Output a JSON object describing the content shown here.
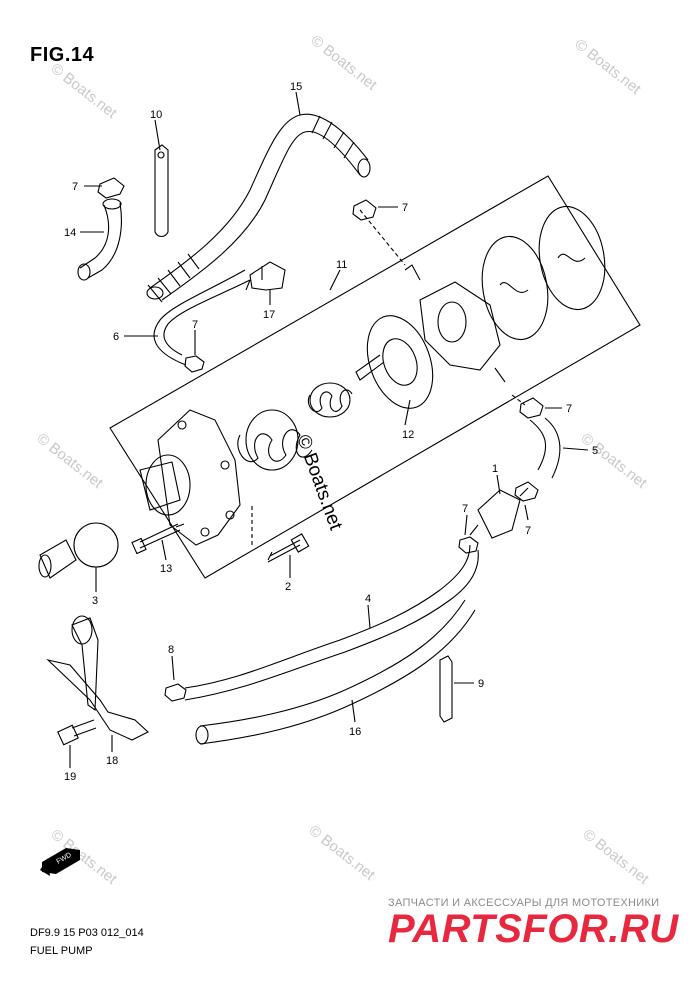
{
  "figure": {
    "title": "FIG.14",
    "code": "DF9.9 15 P03 012_014",
    "caption": "FUEL PUMP"
  },
  "watermark": "© Boats.net",
  "promo": {
    "subtitle": "ЗАПЧАСТИ И АКСЕССУАРЫ ДЛЯ МОТОТЕХНИКИ",
    "brand": "PARTSFOR.RU"
  },
  "fwd_label": "FWD",
  "callouts": {
    "c1": "1",
    "c2": "2",
    "c3": "3",
    "c4": "4",
    "c5": "5",
    "c6": "6",
    "c7a": "7",
    "c7b": "7",
    "c7c": "7",
    "c7d": "7",
    "c7e": "7",
    "c7f": "7",
    "c8": "8",
    "c9": "9",
    "c10": "10",
    "c11": "11",
    "c12": "12",
    "c13": "13",
    "c14": "14",
    "c15": "15",
    "c16": "16",
    "c17": "17",
    "c18": "18",
    "c19": "19"
  },
  "colors": {
    "line": "#000000",
    "watermark": "#c9c9c9",
    "brand": "#e7283f"
  }
}
